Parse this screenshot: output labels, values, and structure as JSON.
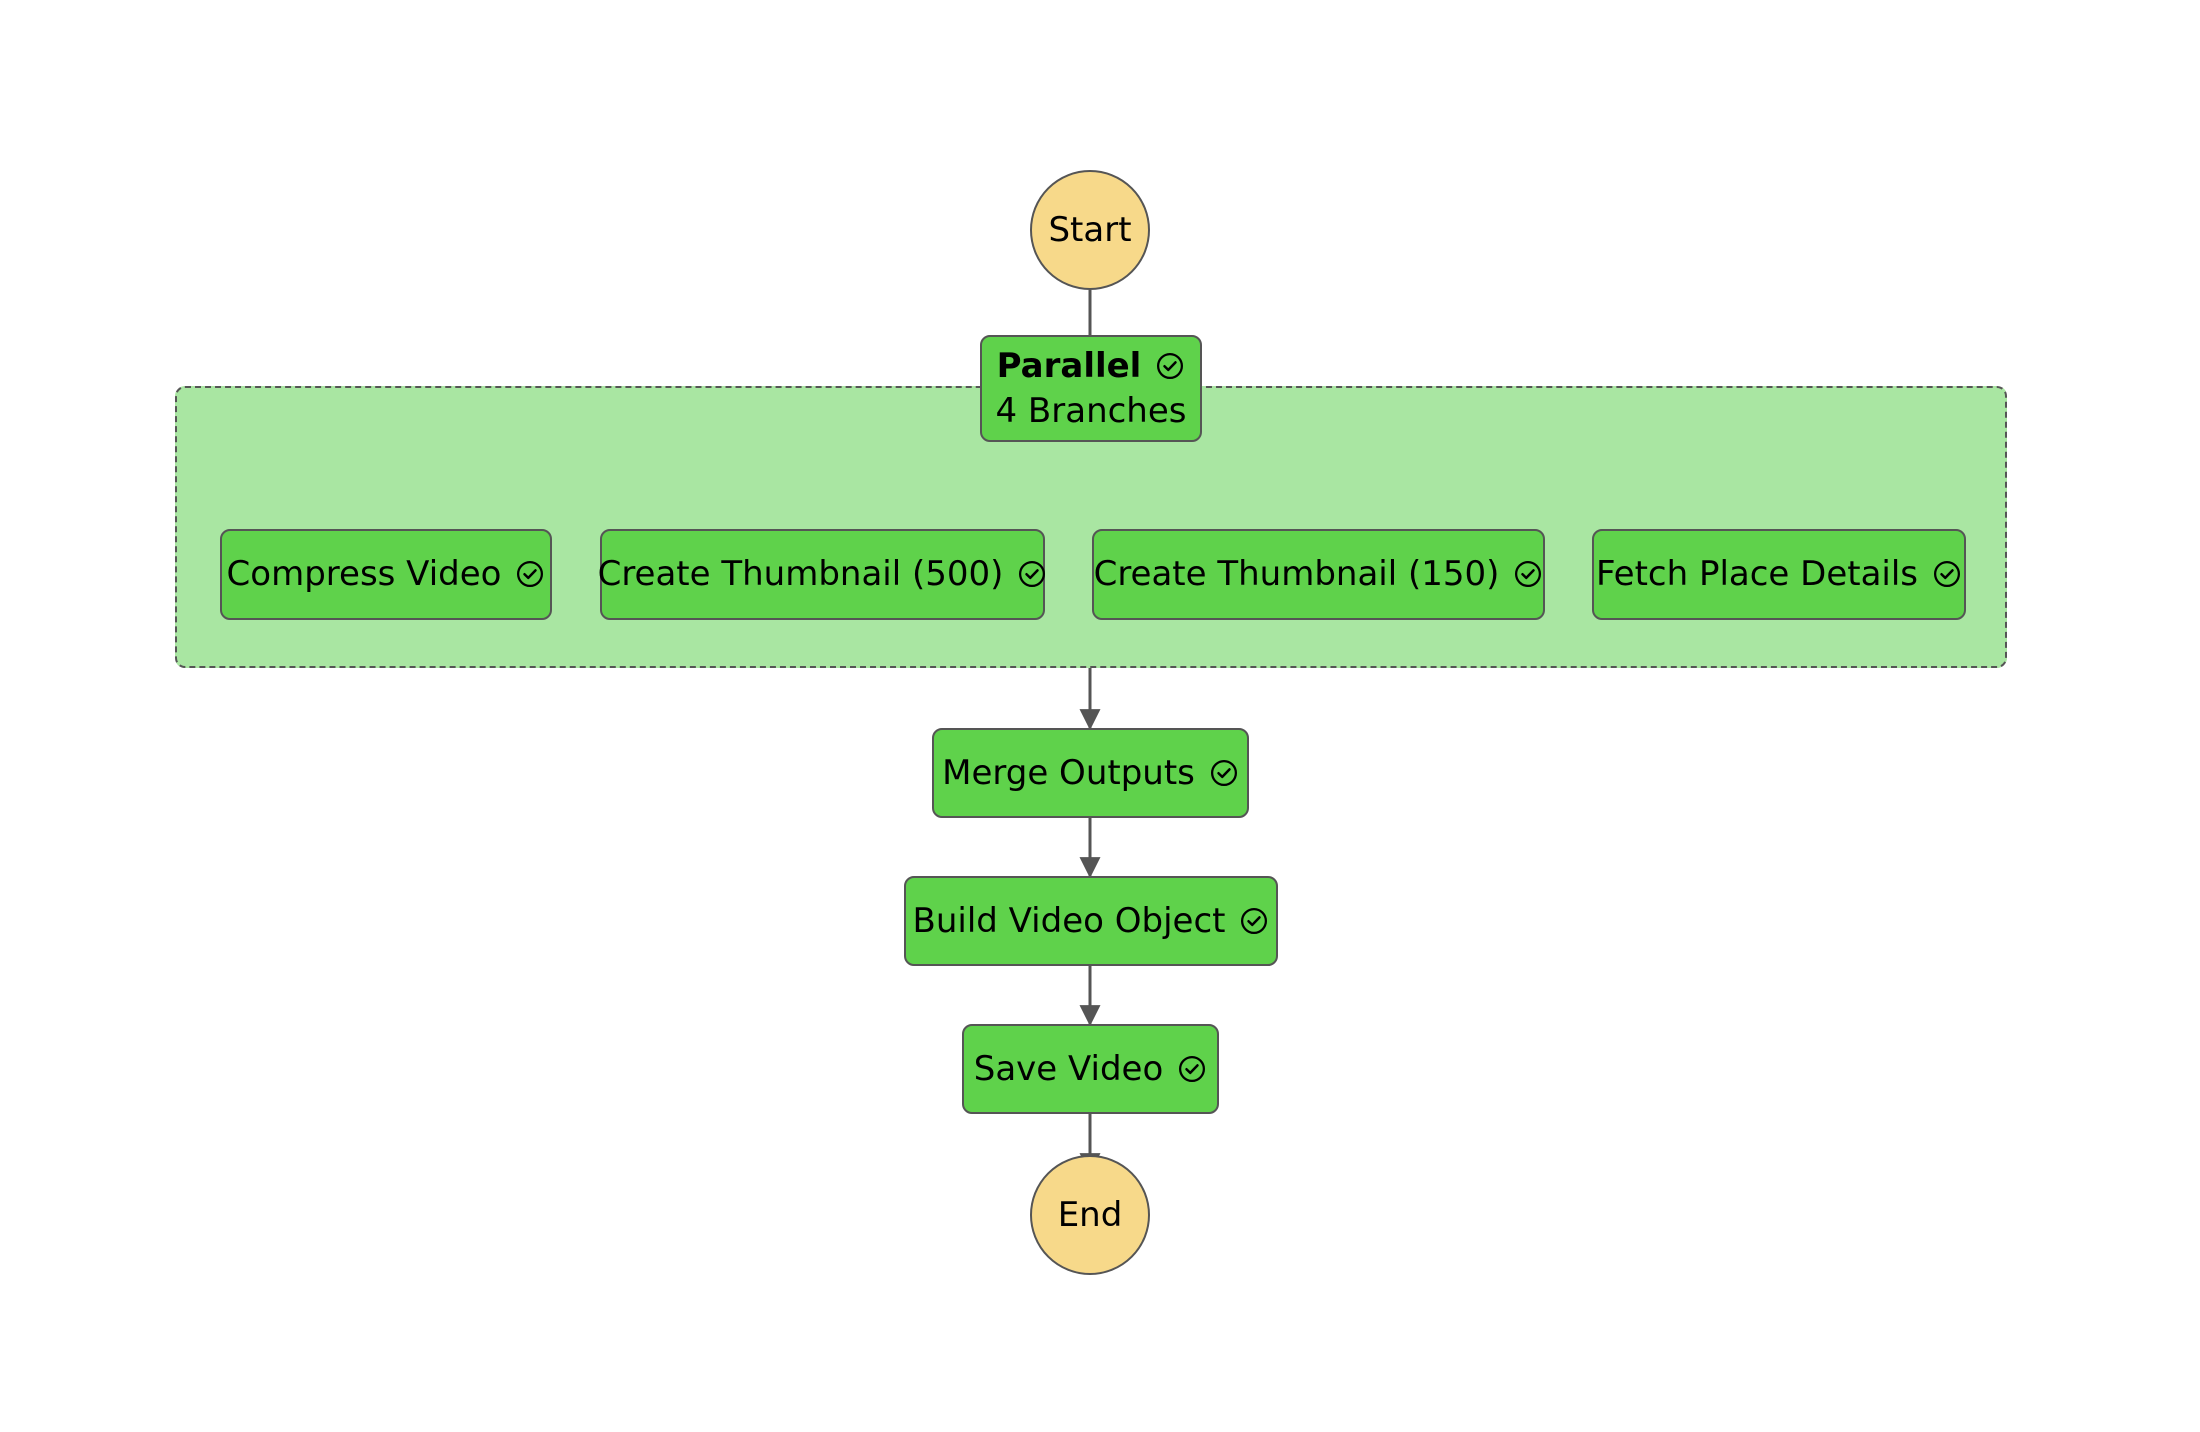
{
  "diagram": {
    "type": "flowchart",
    "direction": "top-down",
    "background_color": "#ffffff",
    "colors": {
      "terminal_fill": "#F7D98A",
      "node_fill": "#5FD24B",
      "subgraph_fill": "#A9E6A2",
      "stroke": "#555555",
      "text": "#000000",
      "edge": "#555555"
    }
  },
  "nodes": {
    "start": {
      "label": "Start",
      "shape": "circle"
    },
    "parallel": {
      "title": "Parallel",
      "subtitle": "4 Branches",
      "shape": "rounded-rect",
      "status_icon": "check-circle-icon"
    },
    "branches": [
      {
        "label": "Compress Video",
        "status_icon": "check-circle-icon"
      },
      {
        "label": "Create Thumbnail (500)",
        "status_icon": "check-circle-icon"
      },
      {
        "label": "Create Thumbnail (150)",
        "status_icon": "check-circle-icon"
      },
      {
        "label": "Fetch Place Details",
        "status_icon": "check-circle-icon"
      }
    ],
    "sequence": [
      {
        "label": "Merge Outputs",
        "status_icon": "check-circle-icon"
      },
      {
        "label": "Build Video Object",
        "status_icon": "check-circle-icon"
      },
      {
        "label": "Save Video",
        "status_icon": "check-circle-icon"
      }
    ],
    "end": {
      "label": "End",
      "shape": "circle"
    }
  },
  "edges": [
    {
      "from": "Start",
      "to": "Parallel"
    },
    {
      "from": "Parallel",
      "to": "Compress Video"
    },
    {
      "from": "Parallel",
      "to": "Create Thumbnail (500)"
    },
    {
      "from": "Parallel",
      "to": "Create Thumbnail (150)"
    },
    {
      "from": "Parallel",
      "to": "Fetch Place Details"
    },
    {
      "from": "Parallel Branches",
      "to": "Merge Outputs"
    },
    {
      "from": "Merge Outputs",
      "to": "Build Video Object"
    },
    {
      "from": "Build Video Object",
      "to": "Save Video"
    },
    {
      "from": "Save Video",
      "to": "End"
    }
  ]
}
